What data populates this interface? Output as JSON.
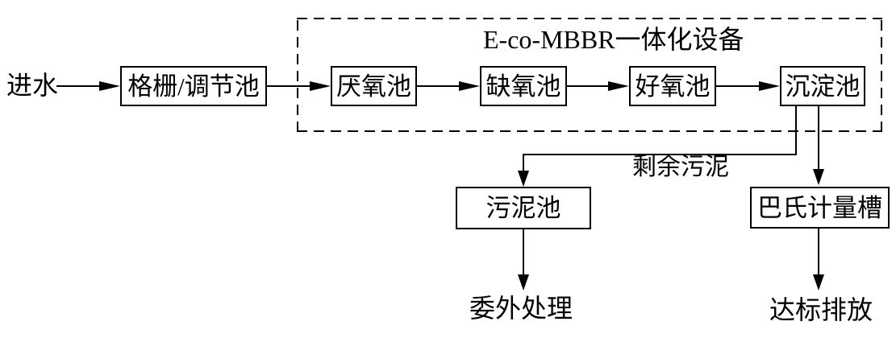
{
  "diagram": {
    "container_title": "E-co-MBBR一体化设备",
    "influent_label": "进水",
    "nodes": {
      "screening": "格栅/调节池",
      "anaerobic": "厌氧池",
      "anoxic": "缺氧池",
      "aerobic": "好氧池",
      "sedimentation": "沉淀池",
      "sludge": "污泥池",
      "flume": "巴氏计量槽"
    },
    "labels": {
      "excess_sludge": "剩余污泥",
      "outsourced": "委外处理",
      "discharge": "达标排放"
    },
    "colors": {
      "line": "#000000",
      "background": "#ffffff"
    }
  }
}
